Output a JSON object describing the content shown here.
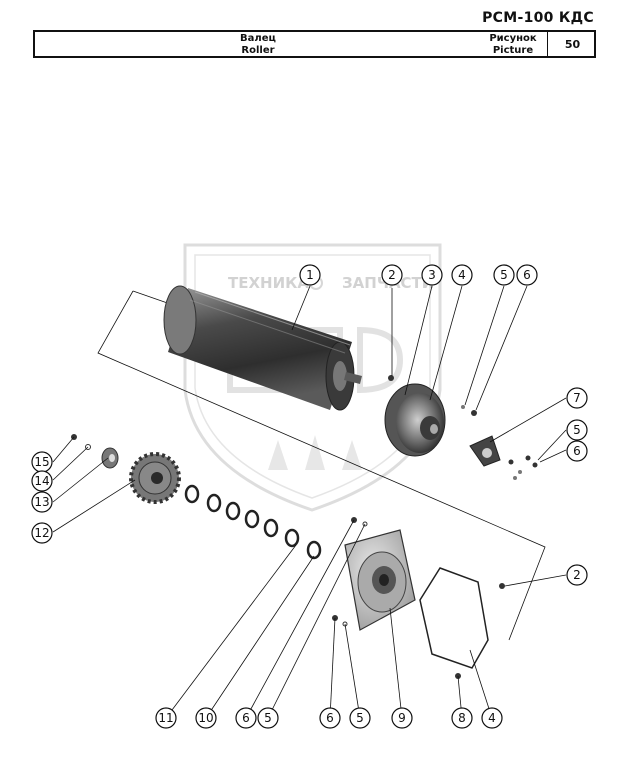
{
  "header": {
    "model": "РСМ-100 КДС",
    "title_ru": "Валец",
    "title_en": "Roller",
    "picture_ru": "Рисунок",
    "picture_en": "Picture",
    "picture_number": "50"
  },
  "watermark": {
    "left_word": "ТЕХНИКА",
    "right_word": "ЗАПЧАСТИ"
  },
  "callouts": [
    {
      "id": "c1",
      "label": "1"
    },
    {
      "id": "c2a",
      "label": "2"
    },
    {
      "id": "c3",
      "label": "3"
    },
    {
      "id": "c4a",
      "label": "4"
    },
    {
      "id": "c5a",
      "label": "5"
    },
    {
      "id": "c6a",
      "label": "6"
    },
    {
      "id": "c7",
      "label": "7"
    },
    {
      "id": "c5b",
      "label": "5"
    },
    {
      "id": "c6b",
      "label": "6"
    },
    {
      "id": "c15",
      "label": "15"
    },
    {
      "id": "c14",
      "label": "14"
    },
    {
      "id": "c13",
      "label": "13"
    },
    {
      "id": "c12",
      "label": "12"
    },
    {
      "id": "c2b",
      "label": "2"
    },
    {
      "id": "c11",
      "label": "11"
    },
    {
      "id": "c10",
      "label": "10"
    },
    {
      "id": "c6c",
      "label": "6"
    },
    {
      "id": "c5c",
      "label": "5"
    },
    {
      "id": "c6d",
      "label": "6"
    },
    {
      "id": "c5d",
      "label": "5"
    },
    {
      "id": "c9",
      "label": "9"
    },
    {
      "id": "c8",
      "label": "8"
    },
    {
      "id": "c4b",
      "label": "4"
    }
  ]
}
